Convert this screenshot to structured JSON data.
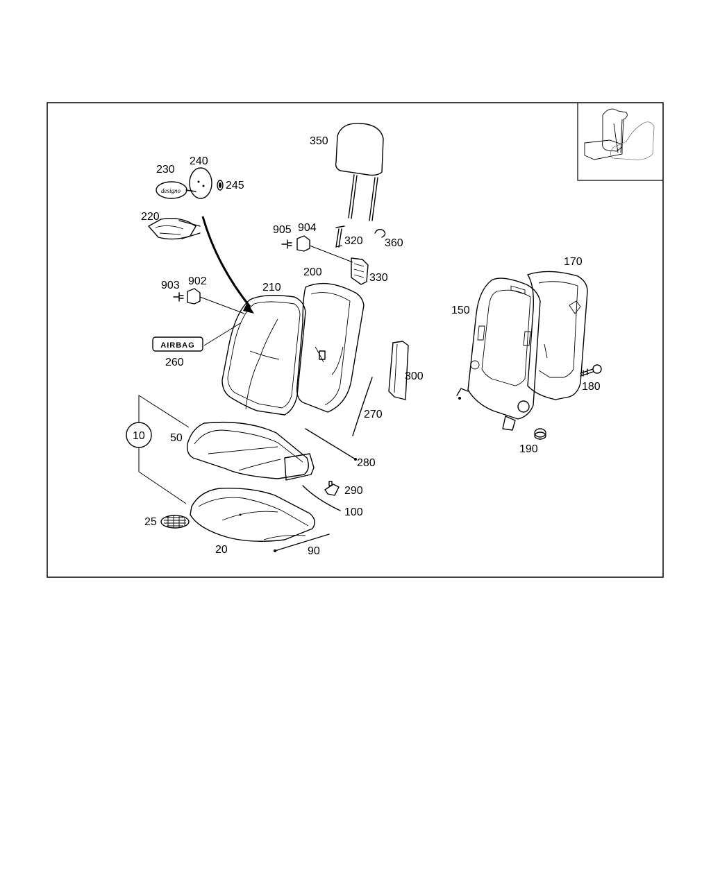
{
  "diagram": {
    "inset": {
      "icon": "seat-overview-thumbnail"
    },
    "labels": {
      "p10": "10",
      "p20": "20",
      "p25": "25",
      "p50": "50",
      "p90": "90",
      "p100": "100",
      "p150": "150",
      "p170": "170",
      "p180": "180",
      "p190": "190",
      "p200": "200",
      "p210": "210",
      "p220": "220",
      "p230": "230",
      "p240": "240",
      "p245": "245",
      "p260": "260",
      "p270": "270",
      "p280": "280",
      "p290": "290",
      "p300": "300",
      "p320": "320",
      "p330": "330",
      "p350": "350",
      "p360": "360",
      "p902": "902",
      "p903": "903",
      "p904": "904",
      "p905": "905"
    },
    "airbag_badge_text": "AIRBAG",
    "colors": {
      "line": "#000000",
      "background": "#ffffff"
    }
  }
}
